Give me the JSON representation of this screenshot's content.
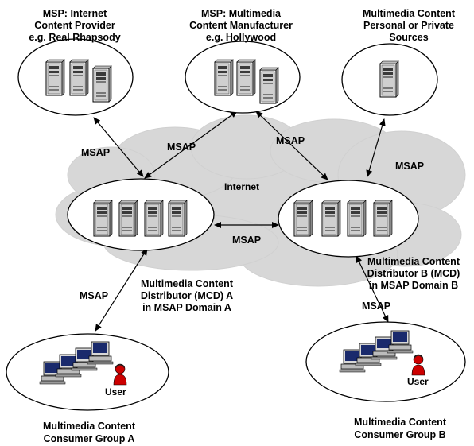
{
  "nodes": {
    "msp_provider": {
      "caption": [
        "MSP: Internet",
        "Content Provider",
        "e.g. Real Rhapsody"
      ]
    },
    "msp_manufacturer": {
      "caption": [
        "MSP: Multimedia",
        "Content Manufacturer",
        "e.g. Hollywood"
      ]
    },
    "personal_sources": {
      "caption": [
        "Multimedia Content",
        "Personal or Private",
        "Sources"
      ]
    },
    "mcd_a": {
      "caption": [
        "Multimedia Content",
        "Distributor (MCD) A",
        "in MSAP Domain A"
      ]
    },
    "mcd_b": {
      "caption": [
        "Multimedia Content",
        "Distributor B (MCD)",
        "in MSAP Domain B"
      ]
    },
    "consumer_a": {
      "caption": [
        "Multimedia Content",
        "Consumer Group A"
      ],
      "user_label": "User"
    },
    "consumer_b": {
      "caption": [
        "Multimedia Content",
        "Consumer Group B"
      ],
      "user_label": "User"
    }
  },
  "cloud_label": "Internet",
  "link_label": "MSAP",
  "colors": {
    "cloud": "#d7d7d7",
    "server_body": "#e9e9e9",
    "server_dark": "#3a3a3a",
    "user_head": "#cc0000",
    "screen": "#1a2a6c"
  }
}
